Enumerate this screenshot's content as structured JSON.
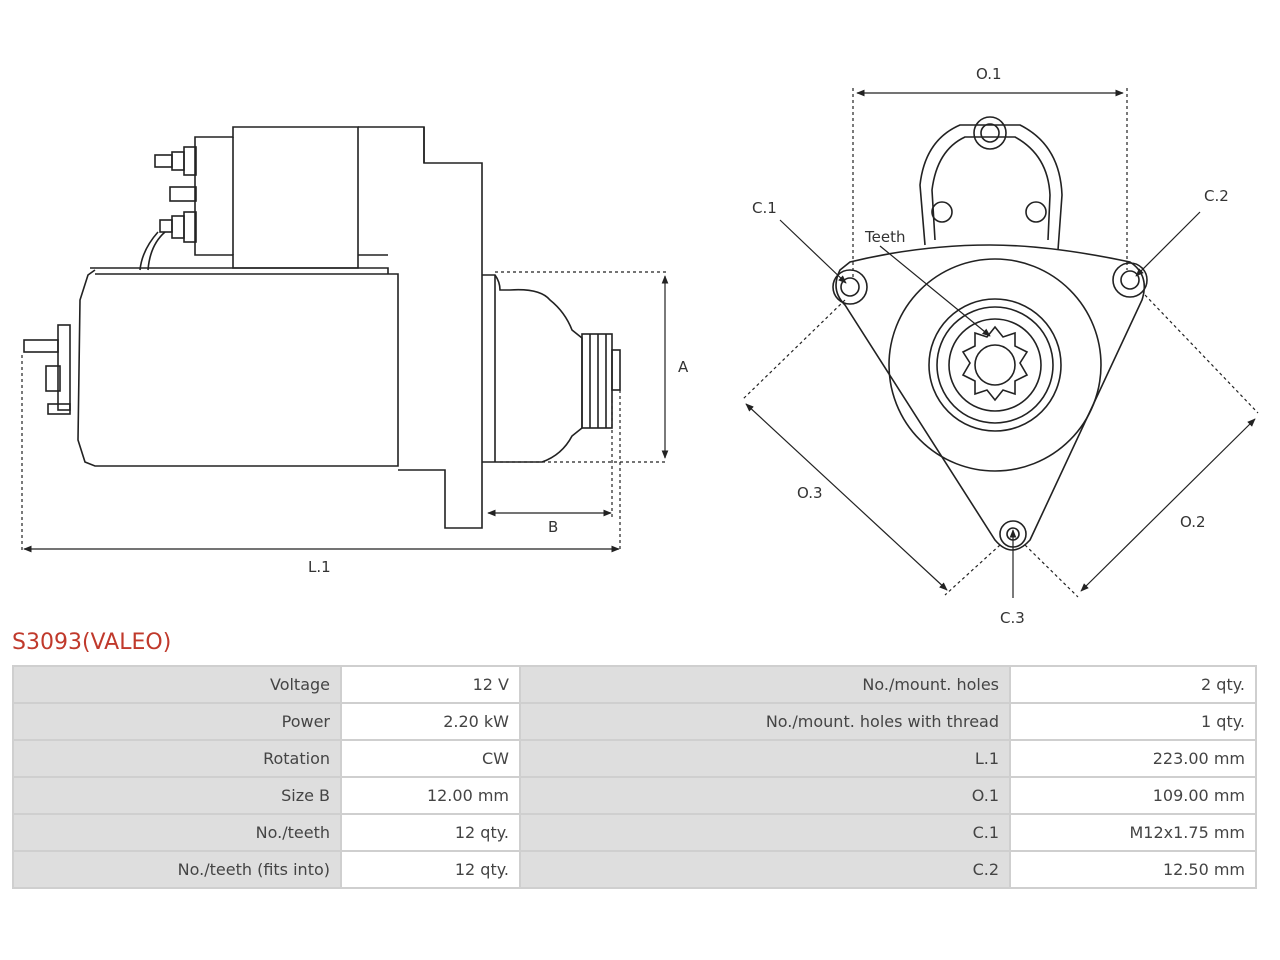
{
  "title": "S3093(VALEO)",
  "dimension_labels": {
    "O1": "O.1",
    "O2": "O.2",
    "O3": "O.3",
    "C1": "C.1",
    "C2": "C.2",
    "C3": "C.3",
    "teeth": "Teeth",
    "A": "A",
    "B": "B",
    "L1": "L.1"
  },
  "specs": [
    {
      "label_left": "Voltage",
      "value_left": "12 V",
      "label_right": "No./mount. holes",
      "value_right": "2 qty."
    },
    {
      "label_left": "Power",
      "value_left": "2.20 kW",
      "label_right": "No./mount. holes with thread",
      "value_right": "1 qty."
    },
    {
      "label_left": "Rotation",
      "value_left": "CW",
      "label_right": "L.1",
      "value_right": "223.00 mm"
    },
    {
      "label_left": "Size B",
      "value_left": "12.00 mm",
      "label_right": "O.1",
      "value_right": "109.00 mm"
    },
    {
      "label_left": "No./teeth",
      "value_left": "12 qty.",
      "label_right": "C.1",
      "value_right": "M12x1.75 mm"
    },
    {
      "label_left": "No./teeth (fits into)",
      "value_left": "12 qty.",
      "label_right": "C.2",
      "value_right": "12.50 mm"
    }
  ],
  "colors": {
    "title": "#c0392b",
    "line": "#222222",
    "label_cell": "#dedede",
    "value_cell": "#ffffff"
  }
}
